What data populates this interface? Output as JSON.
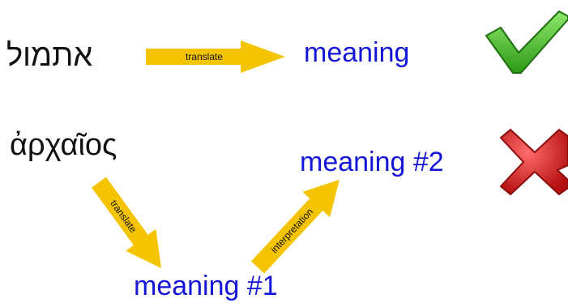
{
  "row1": {
    "source_word": "אתמול",
    "arrow_label": "translate",
    "result": "meaning",
    "verdict_icon": "green-check-icon"
  },
  "row2": {
    "source_word": "ἀρχαῖος",
    "arrow1_label": "translate",
    "intermediate": "meaning #1",
    "arrow2_label": "interpretation",
    "result": "meaning #2",
    "verdict_icon": "red-x-icon"
  },
  "colors": {
    "arrow": "#f5c400",
    "meaning_text": "#1515d8",
    "check_green": "#3cb521",
    "cross_red": "#d41e1e"
  }
}
